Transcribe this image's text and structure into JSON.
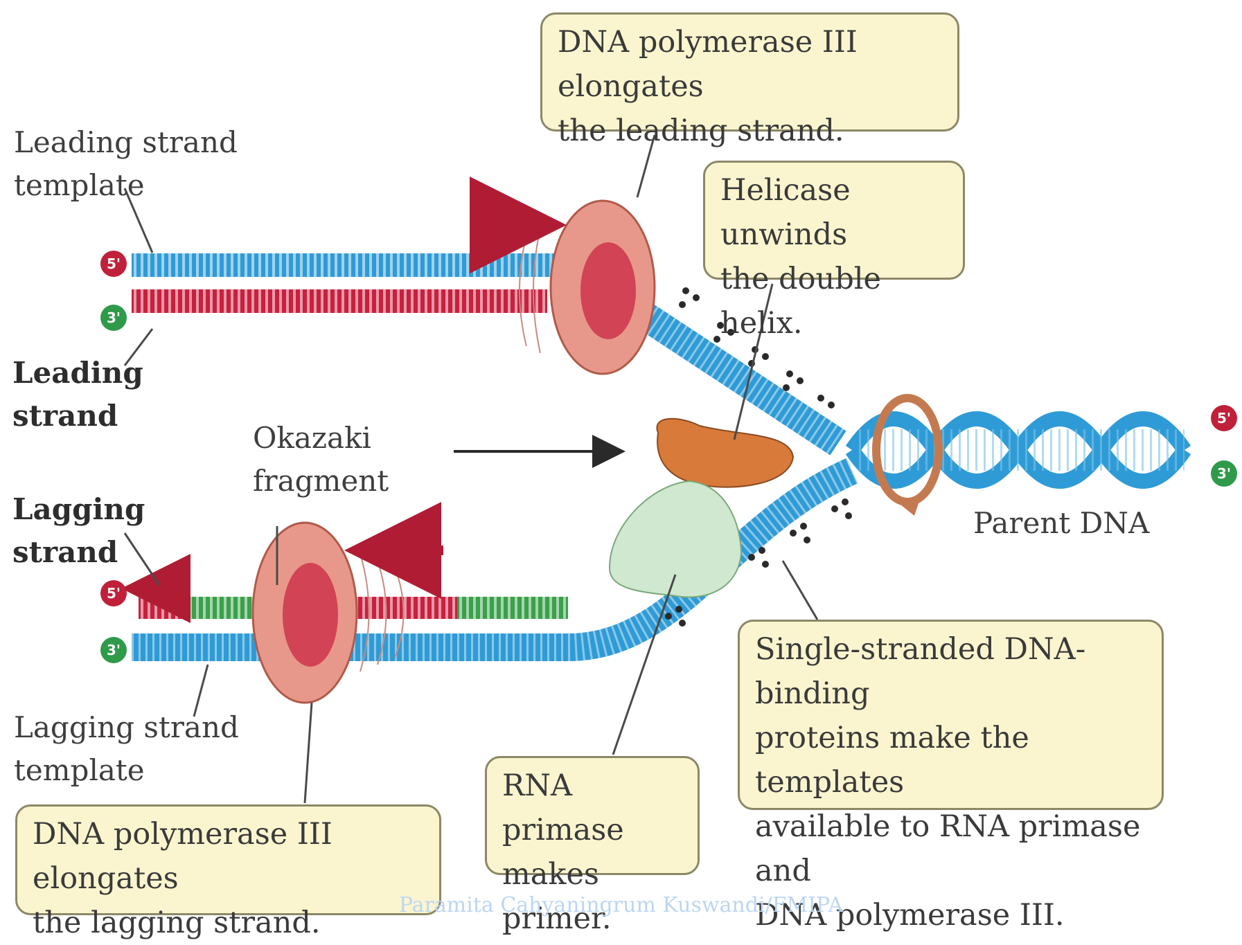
{
  "callouts": {
    "pol3_leading": "DNA polymerase III elongates\nthe leading strand.",
    "helicase": "Helicase unwinds\nthe double helix.",
    "ssb": "Single-stranded DNA-binding\nproteins make the templates\navailable to RNA primase and\nDNA polymerase III.",
    "primase": "RNA primase\nmakes primer.",
    "pol3_lagging": "DNA polymerase III elongates\nthe lagging strand."
  },
  "labels": {
    "leading_template": "Leading strand\ntemplate",
    "leading_strand": "Leading\nstrand",
    "okazaki": "Okazaki\nfragment",
    "lagging_strand": "Lagging\nstrand",
    "lagging_template": "Lagging strand\ntemplate",
    "parent_dna": "Parent DNA"
  },
  "strand_ends": {
    "five_prime": "5'",
    "three_prime": "3'"
  },
  "colors": {
    "template_strand": "#2f9bd6",
    "new_strand": "#c8203e",
    "rna_primer": "#3aa04a",
    "polymerase": "#e8988a",
    "helicase": "#d87a3a",
    "primase": "#cfe8cf",
    "callout_fill": "#fbf5cf"
  },
  "footer": "Paramita Cahyaningrum Kuswandi/FMIPA"
}
